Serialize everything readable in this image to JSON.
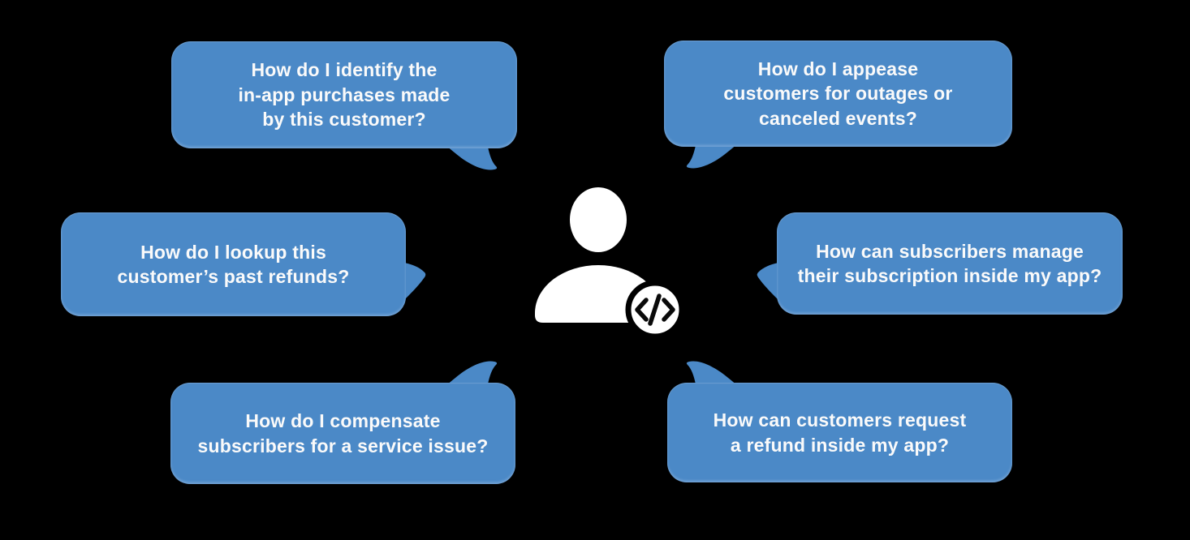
{
  "colors": {
    "background": "#000000",
    "bubble": "#4b89c7",
    "text": "#fafafa",
    "icon": "#ffffff",
    "badge_glyph": "#0a0a0a"
  },
  "center": {
    "icon": "person-icon",
    "badge_icon": "code-badge-icon",
    "badge_glyph": "</>"
  },
  "bubbles": [
    {
      "position": "top-left",
      "tail_direction": "bottom-right",
      "lines": [
        "How do I identify the",
        "in-app purchases made",
        "by this customer?"
      ]
    },
    {
      "position": "top-right",
      "tail_direction": "bottom-left",
      "lines": [
        "How do I appease",
        "customers for outages or",
        "canceled events?"
      ]
    },
    {
      "position": "middle-left",
      "tail_direction": "right",
      "lines": [
        "How do I lookup this",
        "customer’s past refunds?"
      ]
    },
    {
      "position": "middle-right",
      "tail_direction": "left",
      "lines": [
        "How can subscribers manage",
        "their subscription inside my app?"
      ]
    },
    {
      "position": "bottom-left",
      "tail_direction": "top-right",
      "lines": [
        "How do I compensate",
        "subscribers for a service issue?"
      ]
    },
    {
      "position": "bottom-right",
      "tail_direction": "top-left",
      "lines": [
        "How can customers request",
        "a refund inside my app?"
      ]
    }
  ]
}
